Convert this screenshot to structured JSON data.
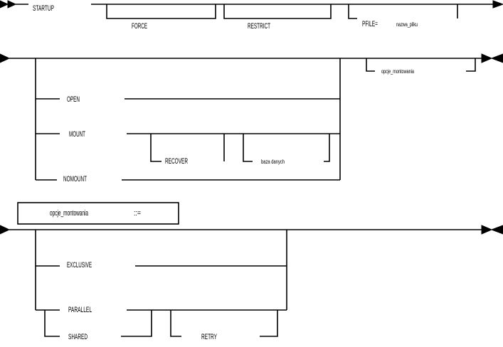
{
  "diagram": {
    "row1": {
      "startup": "STARTUP",
      "force": "FORCE",
      "restrict": "RESTRICT",
      "pfile": "PFILE=",
      "filename": "nazwa_pliku"
    },
    "row2": {
      "open": "OPEN",
      "mount": "MOUNT",
      "recover": "RECOVER",
      "database": "baza danych",
      "nomount": "NOMOUNT",
      "mount_options": "opcje_montowania"
    },
    "row3": {
      "definition_name": "opcje_montowania",
      "definition_operator": "::=",
      "exclusive": "EXCLUSIVE",
      "parallel": "PARALLEL",
      "shared": "SHARED",
      "retry": "RETRY"
    }
  }
}
